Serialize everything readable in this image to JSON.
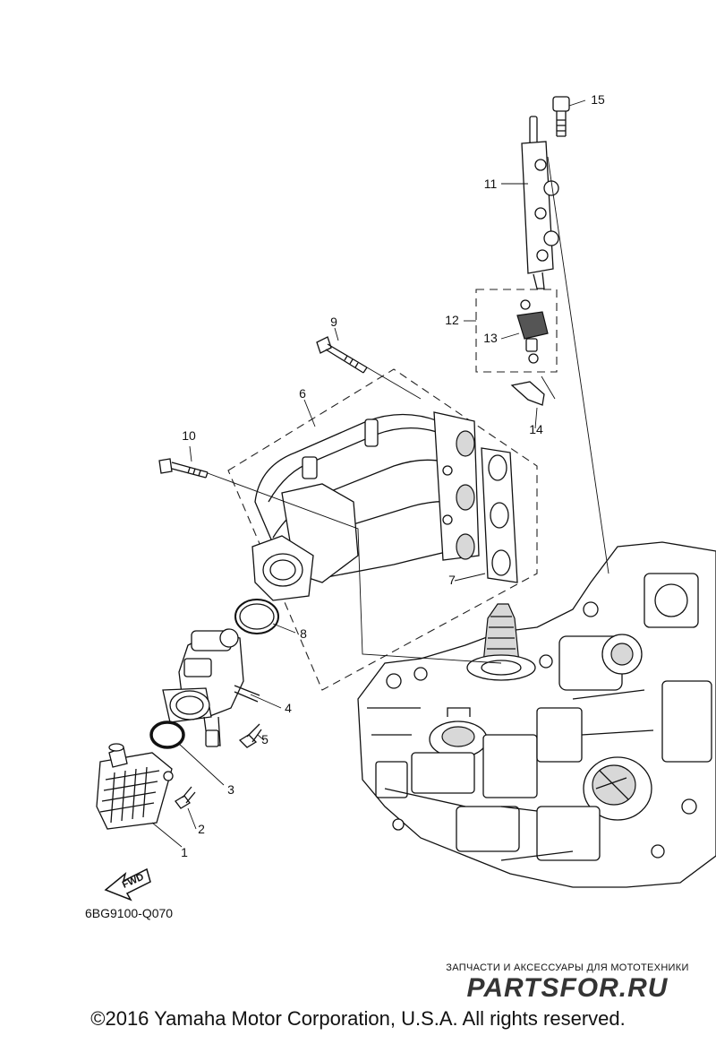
{
  "callouts": {
    "p1": "1",
    "p2": "2",
    "p3": "3",
    "p4": "4",
    "p5": "5",
    "p6": "6",
    "p7": "7",
    "p8": "8",
    "p9": "9",
    "p10": "10",
    "p11": "11",
    "p12": "12",
    "p13": "13",
    "p14": "14",
    "p15": "15"
  },
  "direction_label": "FWD",
  "diagram_code": "6BG9100-Q070",
  "watermark": {
    "tagline": "ЗАПЧАСТИ И АКСЕССУАРЫ ДЛЯ МОТОТЕХНИКИ",
    "logo": "PARTSFOR.RU"
  },
  "copyright": "©2016 Yamaha Motor Corporation, U.S.A. All rights reserved."
}
